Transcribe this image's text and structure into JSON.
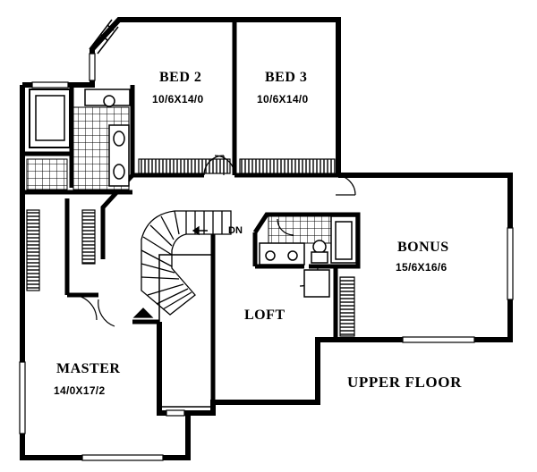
{
  "floor_label": "UPPER FLOOR",
  "stair_label": "DN",
  "rooms": [
    {
      "key": "bed2",
      "name": "BED 2",
      "size": "10/6X14/0"
    },
    {
      "key": "bed3",
      "name": "BED 3",
      "size": "10/6X14/0"
    },
    {
      "key": "bonus",
      "name": "BONUS",
      "size": "15/6X16/6"
    },
    {
      "key": "loft",
      "name": "LOFT"
    },
    {
      "key": "master",
      "name": "MASTER",
      "size": "14/0X17/2"
    }
  ],
  "colors": {
    "wall": "#000000",
    "background": "#ffffff",
    "tile": "#000000"
  }
}
